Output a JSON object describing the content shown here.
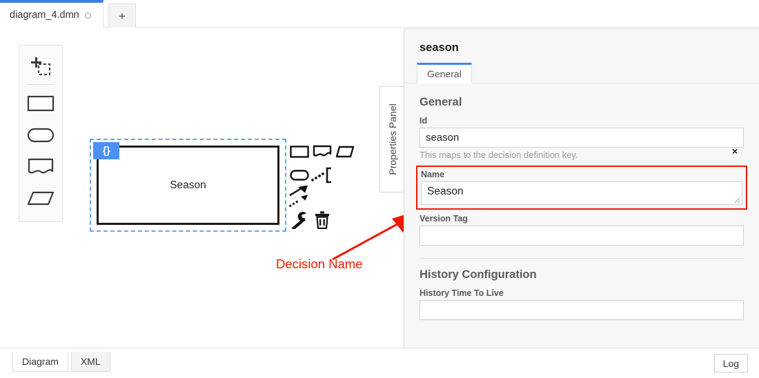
{
  "window": {
    "file_tab": {
      "label": "diagram_4.dmn",
      "dirty_icon": "unsaved-dot-icon"
    },
    "add_tab_label": "+"
  },
  "palette": {
    "items": [
      {
        "name": "lasso-tool",
        "label": "Activate the lasso tool"
      },
      {
        "name": "decision-tool",
        "label": "Create decision"
      },
      {
        "name": "business-knowledge-model-tool",
        "label": "Create knowledge model"
      },
      {
        "name": "knowledge-source-tool",
        "label": "Create knowledge source"
      },
      {
        "name": "input-data-tool",
        "label": "Create input data"
      }
    ]
  },
  "canvas": {
    "decision": {
      "label": "Season",
      "badge": "{}",
      "badge_color": "#4d90f5",
      "selected": true
    },
    "context_pad": [
      {
        "name": "append-decision",
        "label": "Append decision"
      },
      {
        "name": "append-knowledge-source",
        "label": "Append knowledge source"
      },
      {
        "name": "append-input-data",
        "label": "Append input data"
      },
      {
        "name": "append-business-knowledge-model",
        "label": "Append knowledge model"
      },
      {
        "name": "connect-bracket",
        "label": "Change type"
      },
      {
        "name": "information-requirement-arrow",
        "label": "Connect"
      },
      {
        "name": "authority-requirement-arrow",
        "label": "Connect authority"
      },
      {
        "name": "wrench",
        "label": "Change element"
      },
      {
        "name": "trash",
        "label": "Remove"
      }
    ]
  },
  "annotation": {
    "label": "Decision Name",
    "color": "#f01800"
  },
  "properties": {
    "toggle_label": "Properties Panel",
    "header": "season",
    "tabs": [
      {
        "label": "General",
        "active": true
      }
    ],
    "accent_color": "#4285f4",
    "groups": [
      {
        "title": "General",
        "fields": [
          {
            "label": "Id",
            "value": "season",
            "placeholder": "",
            "help": "This maps to the decision definition key.",
            "clear_icon": "×",
            "highlighted": false,
            "type": "input"
          },
          {
            "label": "Name",
            "value": "Season",
            "placeholder": "",
            "help": "",
            "highlighted": true,
            "type": "textarea"
          },
          {
            "label": "Version Tag",
            "value": "",
            "placeholder": "",
            "help": "",
            "highlighted": false,
            "type": "input"
          }
        ]
      },
      {
        "title": "History Configuration",
        "fields": [
          {
            "label": "History Time To Live",
            "value": "",
            "placeholder": "",
            "help": "",
            "highlighted": false,
            "type": "input"
          }
        ]
      }
    ]
  },
  "bottom": {
    "tabs": [
      {
        "label": "Diagram",
        "active": true
      },
      {
        "label": "XML",
        "active": false
      }
    ],
    "log_label": "Log"
  }
}
